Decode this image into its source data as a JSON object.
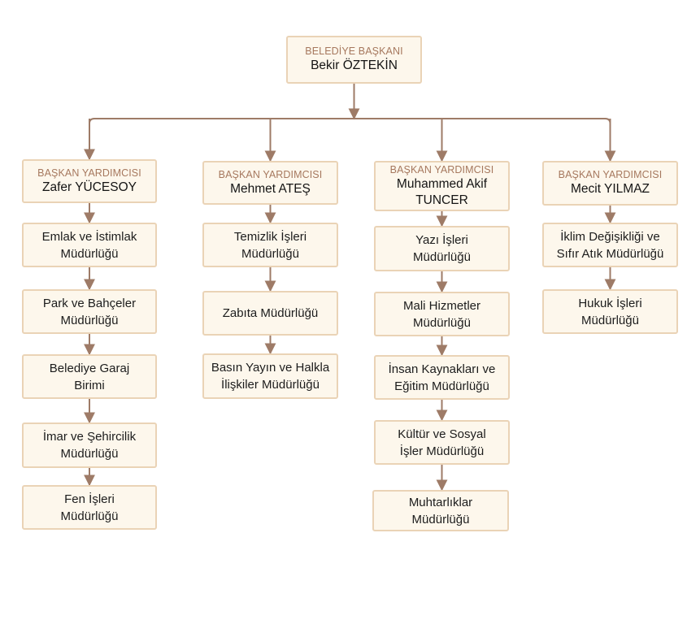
{
  "mayor": {
    "role": "BELEDİYE BAŞKANI",
    "name": "Bekir ÖZTEKİN"
  },
  "columns": [
    {
      "role": "BAŞKAN YARDIMCISI",
      "name": "Zafer YÜCESOY",
      "units": [
        "Emlak ve İstimlak\nMüdürlüğü",
        "Park ve Bahçeler\nMüdürlüğü",
        "Belediye Garaj\nBirimi",
        "İmar ve Şehircilik\nMüdürlüğü",
        "Fen İşleri\nMüdürlüğü"
      ]
    },
    {
      "role": "BAŞKAN YARDIMCISI",
      "name": "Mehmet ATEŞ",
      "units": [
        "Temizlik İşleri\nMüdürlüğü",
        "Zabıta Müdürlüğü",
        "Basın Yayın ve Halkla\nİlişkiler Müdürlüğü"
      ]
    },
    {
      "role": "BAŞKAN YARDIMCISI",
      "name": "Muhammed Akif\nTUNCER",
      "units": [
        "Yazı İşleri\nMüdürlüğü",
        "Mali Hizmetler\nMüdürlüğü",
        "İnsan Kaynakları ve\nEğitim Müdürlüğü",
        "Kültür ve Sosyal\nİşler Müdürlüğü",
        "Muhtarlıklar\nMüdürlüğü"
      ]
    },
    {
      "role": "BAŞKAN YARDIMCISI",
      "name": "Mecit YILMAZ",
      "units": [
        "İklim Değişikliği ve\nSıfır Atık Müdürlüğü",
        "Hukuk İşleri\nMüdürlüğü"
      ]
    }
  ],
  "colors": {
    "line": "#9e7b67",
    "box_fill": "#fdf7ec",
    "box_border": "#ead3b6",
    "role_text": "#a6785e"
  }
}
